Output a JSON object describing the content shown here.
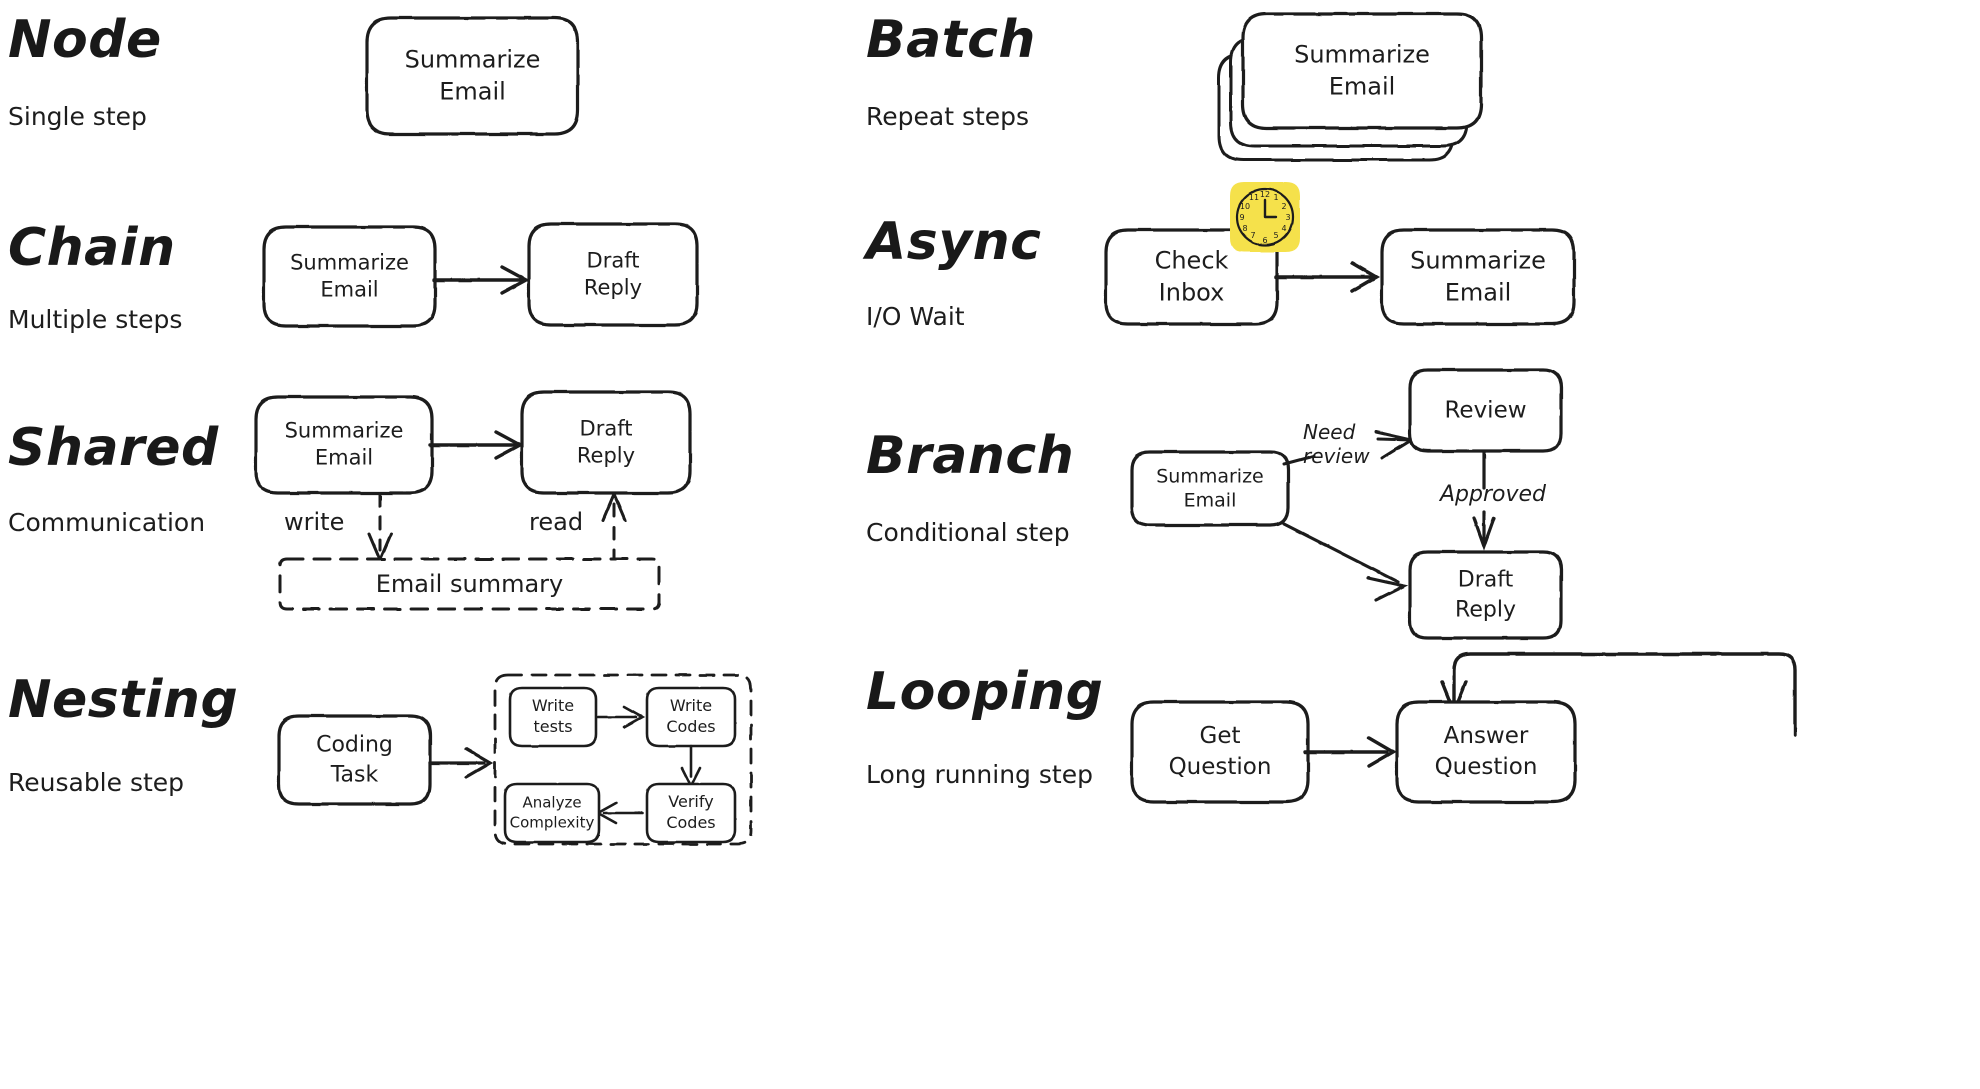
{
  "figure": {
    "style": "hand-drawn whiteboard sketch",
    "background_color": "#ffffff",
    "stroke_color": "#1d1d1d",
    "accent_color": "#f5e14c",
    "columns": 2,
    "rows": 4
  },
  "patterns": [
    {
      "id": "node",
      "title": "Node",
      "subtitle": "Single step",
      "nodes": [
        {
          "id": "node-summarize-email",
          "label": "Summarize\nEmail",
          "shape": "rounded-rect"
        }
      ],
      "edges": []
    },
    {
      "id": "batch",
      "title": "Batch",
      "subtitle": "Repeat steps",
      "nodes": [
        {
          "id": "batch-summarize-email",
          "label": "Summarize\nEmail",
          "shape": "stacked-rounded-rect",
          "stack_count": 3
        }
      ],
      "edges": []
    },
    {
      "id": "chain",
      "title": "Chain",
      "subtitle": "Multiple steps",
      "nodes": [
        {
          "id": "chain-summarize-email",
          "label": "Summarize\nEmail",
          "shape": "rounded-rect"
        },
        {
          "id": "chain-draft-reply",
          "label": "Draft\nReply",
          "shape": "rounded-rect"
        }
      ],
      "edges": [
        {
          "from": "chain-summarize-email",
          "to": "chain-draft-reply",
          "label": "",
          "style": "solid"
        }
      ]
    },
    {
      "id": "async",
      "title": "Async",
      "subtitle": "I/O Wait",
      "nodes": [
        {
          "id": "async-check-inbox",
          "label": "Check\nInbox",
          "shape": "rounded-rect",
          "badge": "alarm-clock-icon"
        },
        {
          "id": "async-summarize-email",
          "label": "Summarize\nEmail",
          "shape": "rounded-rect"
        }
      ],
      "edges": [
        {
          "from": "async-check-inbox",
          "to": "async-summarize-email",
          "label": "",
          "style": "solid"
        }
      ]
    },
    {
      "id": "shared",
      "title": "Shared",
      "subtitle": "Communication",
      "nodes": [
        {
          "id": "shared-summarize-email",
          "label": "Summarize\nEmail",
          "shape": "rounded-rect"
        },
        {
          "id": "shared-draft-reply",
          "label": "Draft\nReply",
          "shape": "rounded-rect"
        },
        {
          "id": "shared-store",
          "label": "Email summary",
          "shape": "dashed-rect"
        }
      ],
      "edges": [
        {
          "from": "shared-summarize-email",
          "to": "shared-draft-reply",
          "label": "",
          "style": "solid"
        },
        {
          "from": "shared-summarize-email",
          "to": "shared-store",
          "label": "write",
          "style": "dashed"
        },
        {
          "from": "shared-store",
          "to": "shared-draft-reply",
          "label": "read",
          "style": "dashed"
        }
      ]
    },
    {
      "id": "branch",
      "title": "Branch",
      "subtitle": "Conditional step",
      "nodes": [
        {
          "id": "branch-summarize-email",
          "label": "Summarize\nEmail",
          "shape": "rounded-rect"
        },
        {
          "id": "branch-review",
          "label": "Review",
          "shape": "rounded-rect"
        },
        {
          "id": "branch-draft-reply",
          "label": "Draft\nReply",
          "shape": "rounded-rect"
        }
      ],
      "edges": [
        {
          "from": "branch-summarize-email",
          "to": "branch-review",
          "label": "Need\nreview",
          "style": "solid"
        },
        {
          "from": "branch-review",
          "to": "branch-draft-reply",
          "label": "Approved",
          "style": "solid"
        },
        {
          "from": "branch-summarize-email",
          "to": "branch-draft-reply",
          "label": "",
          "style": "solid"
        }
      ]
    },
    {
      "id": "nesting",
      "title": "Nesting",
      "subtitle": "Reusable step",
      "nodes": [
        {
          "id": "nesting-coding-task",
          "label": "Coding\nTask",
          "shape": "rounded-rect"
        },
        {
          "id": "nesting-group",
          "label": "",
          "shape": "dashed-group"
        },
        {
          "id": "nesting-write-tests",
          "label": "Write\ntests",
          "shape": "rounded-rect"
        },
        {
          "id": "nesting-write-codes",
          "label": "Write\nCodes",
          "shape": "rounded-rect"
        },
        {
          "id": "nesting-verify-codes",
          "label": "Verify\nCodes",
          "shape": "rounded-rect"
        },
        {
          "id": "nesting-analyze-complexity",
          "label": "Analyze\nComplexity",
          "shape": "rounded-rect"
        }
      ],
      "edges": [
        {
          "from": "nesting-coding-task",
          "to": "nesting-group",
          "label": "",
          "style": "solid"
        },
        {
          "from": "nesting-write-tests",
          "to": "nesting-write-codes",
          "label": "",
          "style": "solid"
        },
        {
          "from": "nesting-write-codes",
          "to": "nesting-verify-codes",
          "label": "",
          "style": "solid"
        },
        {
          "from": "nesting-verify-codes",
          "to": "nesting-analyze-complexity",
          "label": "",
          "style": "solid"
        }
      ]
    },
    {
      "id": "looping",
      "title": "Looping",
      "subtitle": "Long running step",
      "nodes": [
        {
          "id": "looping-get-question",
          "label": "Get\nQuestion",
          "shape": "rounded-rect"
        },
        {
          "id": "looping-answer-question",
          "label": "Answer\nQuestion",
          "shape": "rounded-rect"
        }
      ],
      "edges": [
        {
          "from": "looping-get-question",
          "to": "looping-answer-question",
          "label": "",
          "style": "solid"
        },
        {
          "from": "looping-answer-question",
          "to": "looping-get-question",
          "label": "",
          "style": "solid-loopback"
        }
      ]
    }
  ],
  "labels": {
    "node_title": "Node",
    "node_sub": "Single step",
    "batch_title": "Batch",
    "batch_sub": "Repeat steps",
    "chain_title": "Chain",
    "chain_sub": "Multiple steps",
    "async_title": "Async",
    "async_sub": "I/O Wait",
    "shared_title": "Shared",
    "shared_sub": "Communication",
    "branch_title": "Branch",
    "branch_sub": "Conditional step",
    "nesting_title": "Nesting",
    "nesting_sub": "Reusable step",
    "looping_title": "Looping",
    "looping_sub": "Long running step",
    "summarize_email": "Summarize\nEmail",
    "draft_reply": "Draft\nReply",
    "check_inbox": "Check\nInbox",
    "email_summary": "Email summary",
    "write": "write",
    "read": "read",
    "review": "Review",
    "need_review": "Need\nreview",
    "approved": "Approved",
    "coding_task": "Coding\nTask",
    "write_tests": "Write\ntests",
    "write_codes": "Write\nCodes",
    "verify_codes": "Verify\nCodes",
    "analyze_complexity": "Analyze\nComplexity",
    "get_question": "Get\nQuestion",
    "answer_question": "Answer\nQuestion",
    "clock_numerals": "12 1 2 3 4 5 6 7 8 9 10 11"
  }
}
